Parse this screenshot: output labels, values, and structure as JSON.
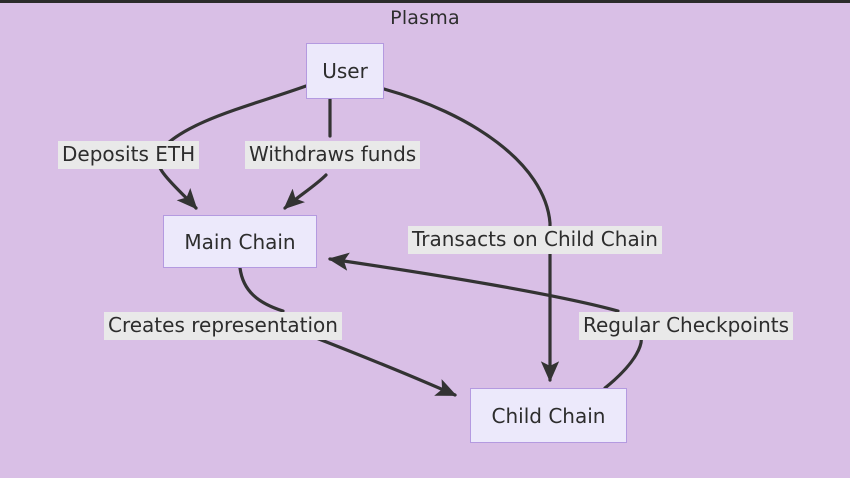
{
  "diagram": {
    "title": "Plasma",
    "background_color": "#d9bfe6",
    "node_fill": "#ece9fb",
    "node_border": "#b49ae0",
    "edge_color": "#333333",
    "label_background": "#e9e9e9",
    "text_color": "#2d2d2d"
  },
  "nodes": [
    {
      "id": "user",
      "label": "User"
    },
    {
      "id": "mainchain",
      "label": "Main Chain"
    },
    {
      "id": "childchain",
      "label": "Child Chain"
    }
  ],
  "edges": [
    {
      "id": "deposits",
      "from": "User",
      "to": "Main Chain",
      "label": "Deposits ETH"
    },
    {
      "id": "withdraws",
      "from": "User",
      "to": "Main Chain",
      "label": "Withdraws funds"
    },
    {
      "id": "transacts",
      "from": "User",
      "to": "Child Chain",
      "label": "Transacts on Child Chain"
    },
    {
      "id": "creates",
      "from": "Main Chain",
      "to": "Child Chain",
      "label": "Creates representation"
    },
    {
      "id": "checkpoints",
      "from": "Child Chain",
      "to": "Main Chain",
      "label": "Regular Checkpoints"
    }
  ]
}
